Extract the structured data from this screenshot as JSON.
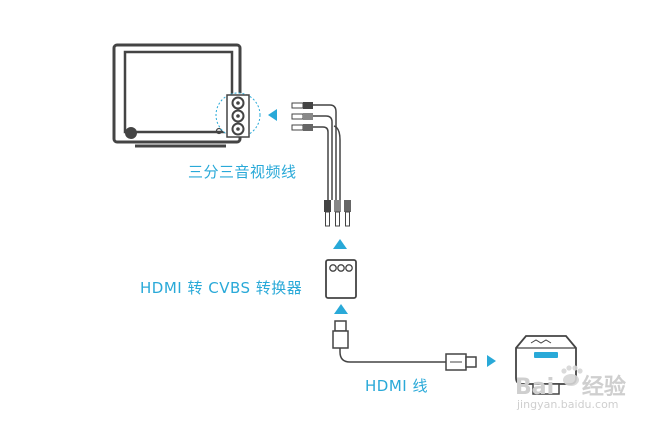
{
  "labels": {
    "av_cable": "三分三音视频线",
    "converter": "HDMI 转 CVBS 转换器",
    "hdmi_cable": "HDMI 线"
  },
  "watermark": {
    "brand": "Bai",
    "brand_suffix": "经验",
    "url": "jingyan.baidu.com"
  },
  "colors": {
    "label": "#29a9d8",
    "arrow": "#29a9d8",
    "line": "#444444",
    "dashed_circle": "#29a9d8"
  }
}
